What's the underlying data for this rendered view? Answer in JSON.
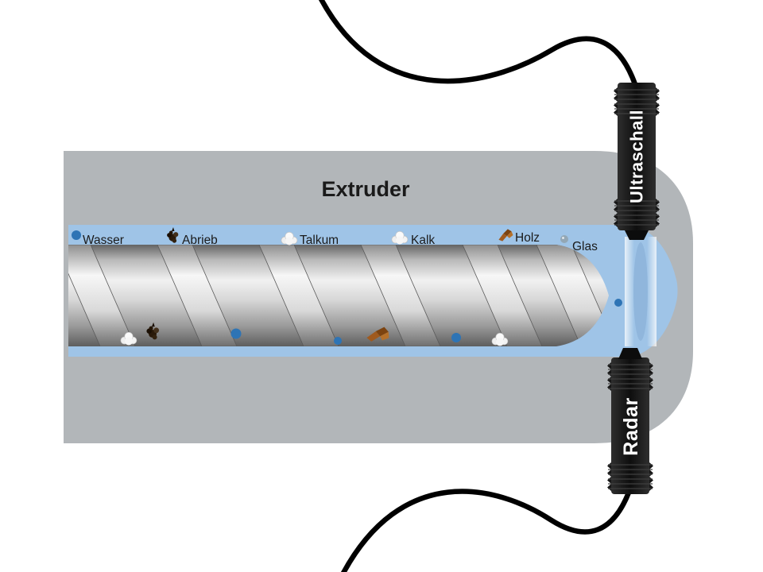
{
  "diagram": {
    "title": "Extruder",
    "sensors": {
      "ultrasound": "Ultraschall",
      "radar": "Radar"
    },
    "labels": {
      "wasser": "Wasser",
      "abrieb": "Abrieb",
      "talkum": "Talkum",
      "kalk": "Kalk",
      "holz": "Holz",
      "glas": "Glas"
    },
    "colors": {
      "background": "#ffffff",
      "housing_gray": "#b2b6b9",
      "melt_blue": "#9fc4e7",
      "water_blue": "#2e74b5",
      "wood_brown": "#9c571c",
      "talc_white": "#f3f3f3",
      "abrasion_dark": "#2a1a0a",
      "glass_gray": "#93a7b5",
      "sensor_black": "#141414",
      "cable_black": "#000000",
      "text_black": "#1a1a1a"
    }
  }
}
